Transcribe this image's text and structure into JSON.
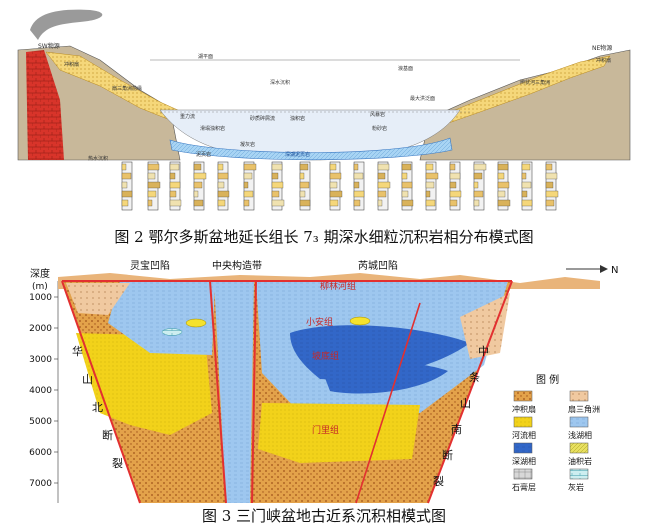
{
  "figure2": {
    "caption": "图 2  鄂尔多斯盆地延长组长 7₃ 期深水细粒沉积岩相分布模式图",
    "labels": {
      "sw_source": "SW物源",
      "ne_source": "NE物源",
      "lake_surface": "湖平面",
      "wave_base": "浪基面",
      "alluvial_fan_left": "冲积扇",
      "alluvial_fan_right": "冲积扇",
      "fan_delta": "扇三角洲前缘",
      "braided_delta": "辫状河三角洲",
      "turbidite": "浊积岩",
      "deep_water": "深水沉积",
      "max_flood": "最大洪泛面",
      "gravity_flow": "重力流",
      "slump": "滑塌浊积岩",
      "tuff": "凝灰岩",
      "mud": "泥页岩",
      "deep_lake_mud": "深湖泥页岩",
      "sandy_debris": "砂质碎屑流",
      "storm": "风暴岩",
      "silt": "粉砂岩",
      "hot_water": "热水沉积"
    }
  },
  "figure3": {
    "caption": "图 3  三门峡盆地古近系沉积相模式图",
    "depth_title": "深度",
    "depth_unit": "(m)",
    "depth_ticks": [
      "1000",
      "2000",
      "3000",
      "4000",
      "5000",
      "6000",
      "7000"
    ],
    "regions": {
      "left": "灵宝凹陷",
      "center": "中央构造带",
      "right": "芮城凹陷"
    },
    "north_arrow": "N",
    "formations": {
      "liulin": "柳林河组",
      "xiaoan": "小安组",
      "podi": "坡底组",
      "menli": "门里组"
    },
    "fault_left": [
      "华",
      "山",
      "北",
      "断",
      "裂"
    ],
    "fault_right": [
      "中",
      "条",
      "山",
      "南",
      "断",
      "裂"
    ],
    "legend": {
      "title": "图  例",
      "items": [
        {
          "label": "冲积扇",
          "pattern": "alluvial"
        },
        {
          "label": "扇三角洲",
          "pattern": "fandelta"
        },
        {
          "label": "河流相",
          "pattern": "fluvial"
        },
        {
          "label": "浅湖相",
          "pattern": "shallow"
        },
        {
          "label": "深湖相",
          "pattern": "deep"
        },
        {
          "label": "油积岩",
          "pattern": "oil"
        },
        {
          "label": "石膏层",
          "pattern": "gypsum"
        },
        {
          "label": "灰岩",
          "pattern": "limestone"
        }
      ]
    },
    "colors": {
      "alluvial": "#e3a24a",
      "fandelta": "#f0c9a0",
      "fluvial": "#f2d21a",
      "shallow": "#9ec7ef",
      "deep": "#3267c8",
      "oil": "#e8e060",
      "frame": "#e23030"
    }
  }
}
